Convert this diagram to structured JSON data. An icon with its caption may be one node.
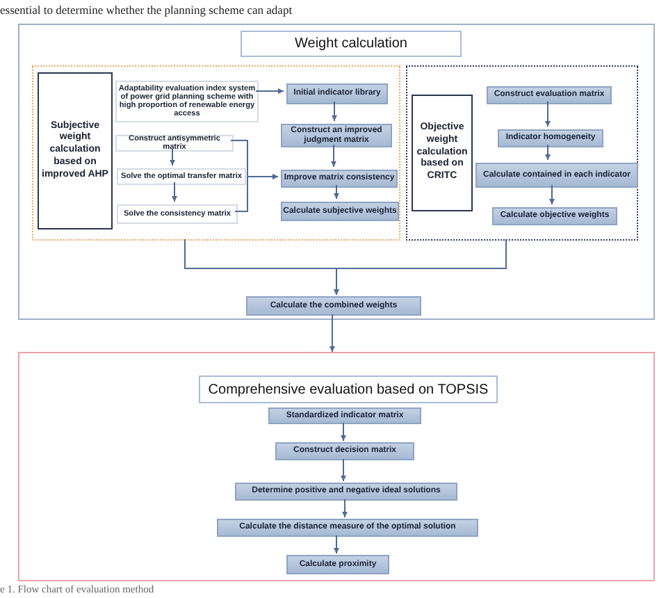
{
  "diagram": {
    "caption": "e 1. Flow chart of evaluation method",
    "nodes": [
      {
        "text": [],
        "shape": "box"
      },
      {
        "text": [
          "Weight calculation"
        ],
        "in": 0
      },
      {
        "text": [],
        "shape": "box",
        "in": 0
      },
      {
        "text": [
          "Subjective weight calculation based on improved AHP"
        ],
        "in": 2
      },
      {
        "text": [
          "Adaptability evaluation index system of power grid planning scheme with high proportion of renewable energy access"
        ],
        "in": 2
      },
      {
        "text": [
          "Initial indicator library"
        ],
        "in": 2
      },
      {
        "text": [
          "Construct an improved judgment matrix"
        ],
        "in": 2
      },
      {
        "text": [
          "Construct antisymmetric matrix"
        ],
        "in": 2
      },
      {
        "text": [
          "Solve the optimal transfer matrix"
        ],
        "in": 2
      },
      {
        "text": [
          "Improve matrix consistency"
        ],
        "in": 2
      },
      {
        "text": [
          "Solve the consistency matrix"
        ],
        "in": 2
      },
      {
        "text": [
          "Calculate subjective weights"
        ],
        "in": 2
      },
      {
        "text": [],
        "shape": "box",
        "in": 0
      },
      {
        "text": [
          "Objective weight calculation based on CRITC"
        ],
        "in": 12
      },
      {
        "text": [
          "Construct evaluation matrix"
        ],
        "in": 12
      },
      {
        "text": [
          "Indicator homogeneity"
        ],
        "in": 12
      },
      {
        "text": [
          "Calculate contained in each indicator"
        ],
        "in": 12
      },
      {
        "text": [
          "Calculate objective weights"
        ],
        "in": 12
      },
      {
        "text": [
          "Calculate the combined weights"
        ],
        "in": 0
      },
      {
        "text": [],
        "shape": "box"
      },
      {
        "text": [
          "Comprehensive evaluation based on TOPSIS"
        ],
        "in": 19
      },
      {
        "text": [
          "Standardized indicator matrix"
        ],
        "in": 19
      },
      {
        "text": [
          "Construct decision matrix"
        ],
        "in": 19
      },
      {
        "text": [
          "Determine positive and negative ideal solutions"
        ],
        "in": 19
      },
      {
        "text": [
          "Calculate the distance measure of the optimal solution"
        ],
        "in": 19
      },
      {
        "text": [
          "Calculate proximity"
        ],
        "in": 19
      }
    ],
    "edges": [
      {
        "from": 4,
        "to": 5,
        "arrow": "to"
      },
      {
        "from": 5,
        "to": 6,
        "arrow": "to"
      },
      {
        "from": 6,
        "to": 9,
        "arrow": "to"
      },
      {
        "from": 9,
        "to": 11,
        "arrow": "to"
      },
      {
        "from": 7,
        "to": 8,
        "arrow": "to"
      },
      {
        "from": 8,
        "to": 10,
        "arrow": "to"
      },
      {
        "from": 7,
        "to": 9,
        "arrow": "to"
      },
      {
        "from": 10,
        "to": 9,
        "arrow": "to"
      },
      {
        "from": 14,
        "to": 15,
        "arrow": "to"
      },
      {
        "from": 15,
        "to": 16,
        "arrow": "to"
      },
      {
        "from": 16,
        "to": 17,
        "arrow": "to"
      },
      {
        "from": 2,
        "to": 18,
        "arrow": "to"
      },
      {
        "from": 12,
        "to": 18,
        "arrow": "to"
      },
      {
        "from": 18,
        "to": 19,
        "arrow": "to"
      },
      {
        "from": 21,
        "to": 22,
        "arrow": "to"
      },
      {
        "from": 22,
        "to": 23,
        "arrow": "to"
      },
      {
        "from": 23,
        "to": 24,
        "arrow": "to"
      },
      {
        "from": 24,
        "to": 25,
        "arrow": "to"
      }
    ],
    "labels": [
      "essential to determine whether the planning scheme can adapt"
    ]
  }
}
